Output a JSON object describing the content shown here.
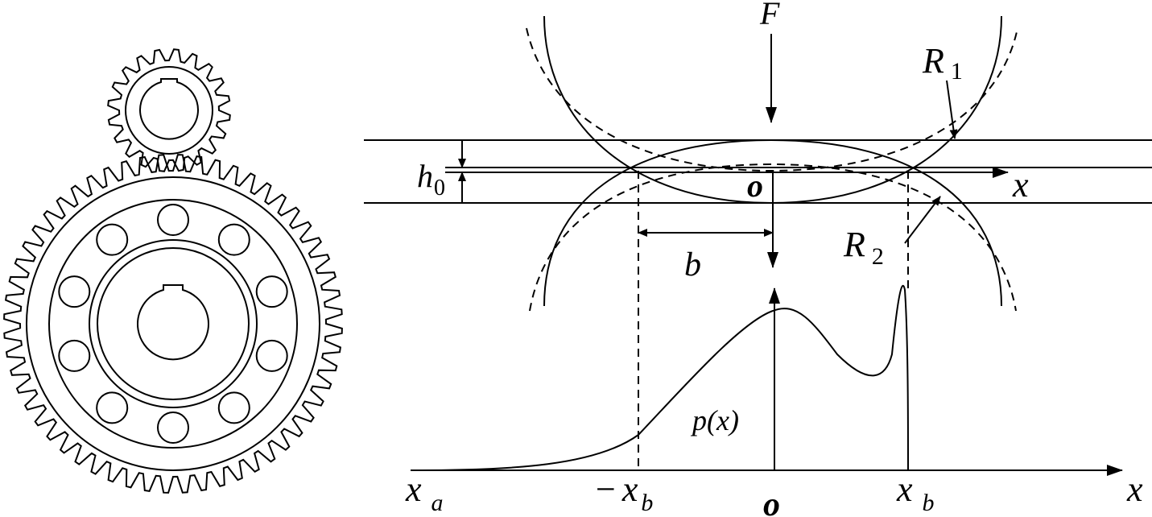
{
  "figure": {
    "labels": {
      "force": "F",
      "radius1": "R",
      "radius1_sub": "1",
      "radius2": "R",
      "radius2_sub": "2",
      "film_thickness": "h",
      "film_thickness_sub": "0",
      "origin_top": "o",
      "axis_x_top": "x",
      "half_width": "b",
      "pressure": "p(x)",
      "axis_x_bottom": "x",
      "x_a": "x",
      "x_a_sub": "a",
      "neg_x_b_prefix": "−",
      "neg_x_b": "x",
      "neg_x_b_sub": "b",
      "origin_bottom": "o",
      "x_b": "x",
      "x_b_sub": "b"
    },
    "icons": [
      "gear-pair-icon",
      "ball-bearing-icon"
    ],
    "colors": {
      "line": "#000000",
      "background": "#ffffff"
    }
  }
}
